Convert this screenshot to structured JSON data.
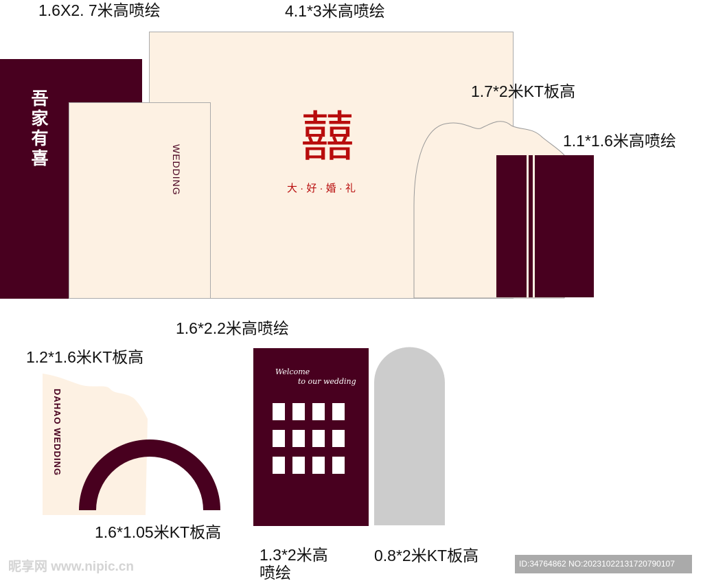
{
  "colors": {
    "burgundy": "#48001f",
    "cream": "#fdf1e3",
    "red": "#b80c0c",
    "gray": "#cccccc"
  },
  "labels": {
    "left_panel": "1.6X2. 7米高喷绘",
    "main_panel": "4.1*3米高喷绘",
    "kt_right": "1.7*2米KT板高",
    "right_panel": "1.1*1.6米高喷绘",
    "welcome_top": "1.6*2.2米高喷绘",
    "kt_left": "1.2*1.6米KT板高",
    "arch": "1.6*1.05米KT板高",
    "welcome_bottom": "1.3*2米高\n喷绘",
    "gray_arch": "0.8*2米KT板高"
  },
  "left_panel": {
    "text": "吾家有喜"
  },
  "inner_panel": {
    "text": "WEDDING"
  },
  "main_panel": {
    "symbol": "囍",
    "subtitle": "大 · 好 · 婚 · 礼"
  },
  "kt_left": {
    "text": "DAHAO WEDDING"
  },
  "welcome": {
    "line1": "Welcome",
    "line2": "to our wedding"
  },
  "watermark": {
    "logo": "昵享网 www.nipic.cn",
    "id": "ID:34764862 NO:20231022131720790107"
  }
}
